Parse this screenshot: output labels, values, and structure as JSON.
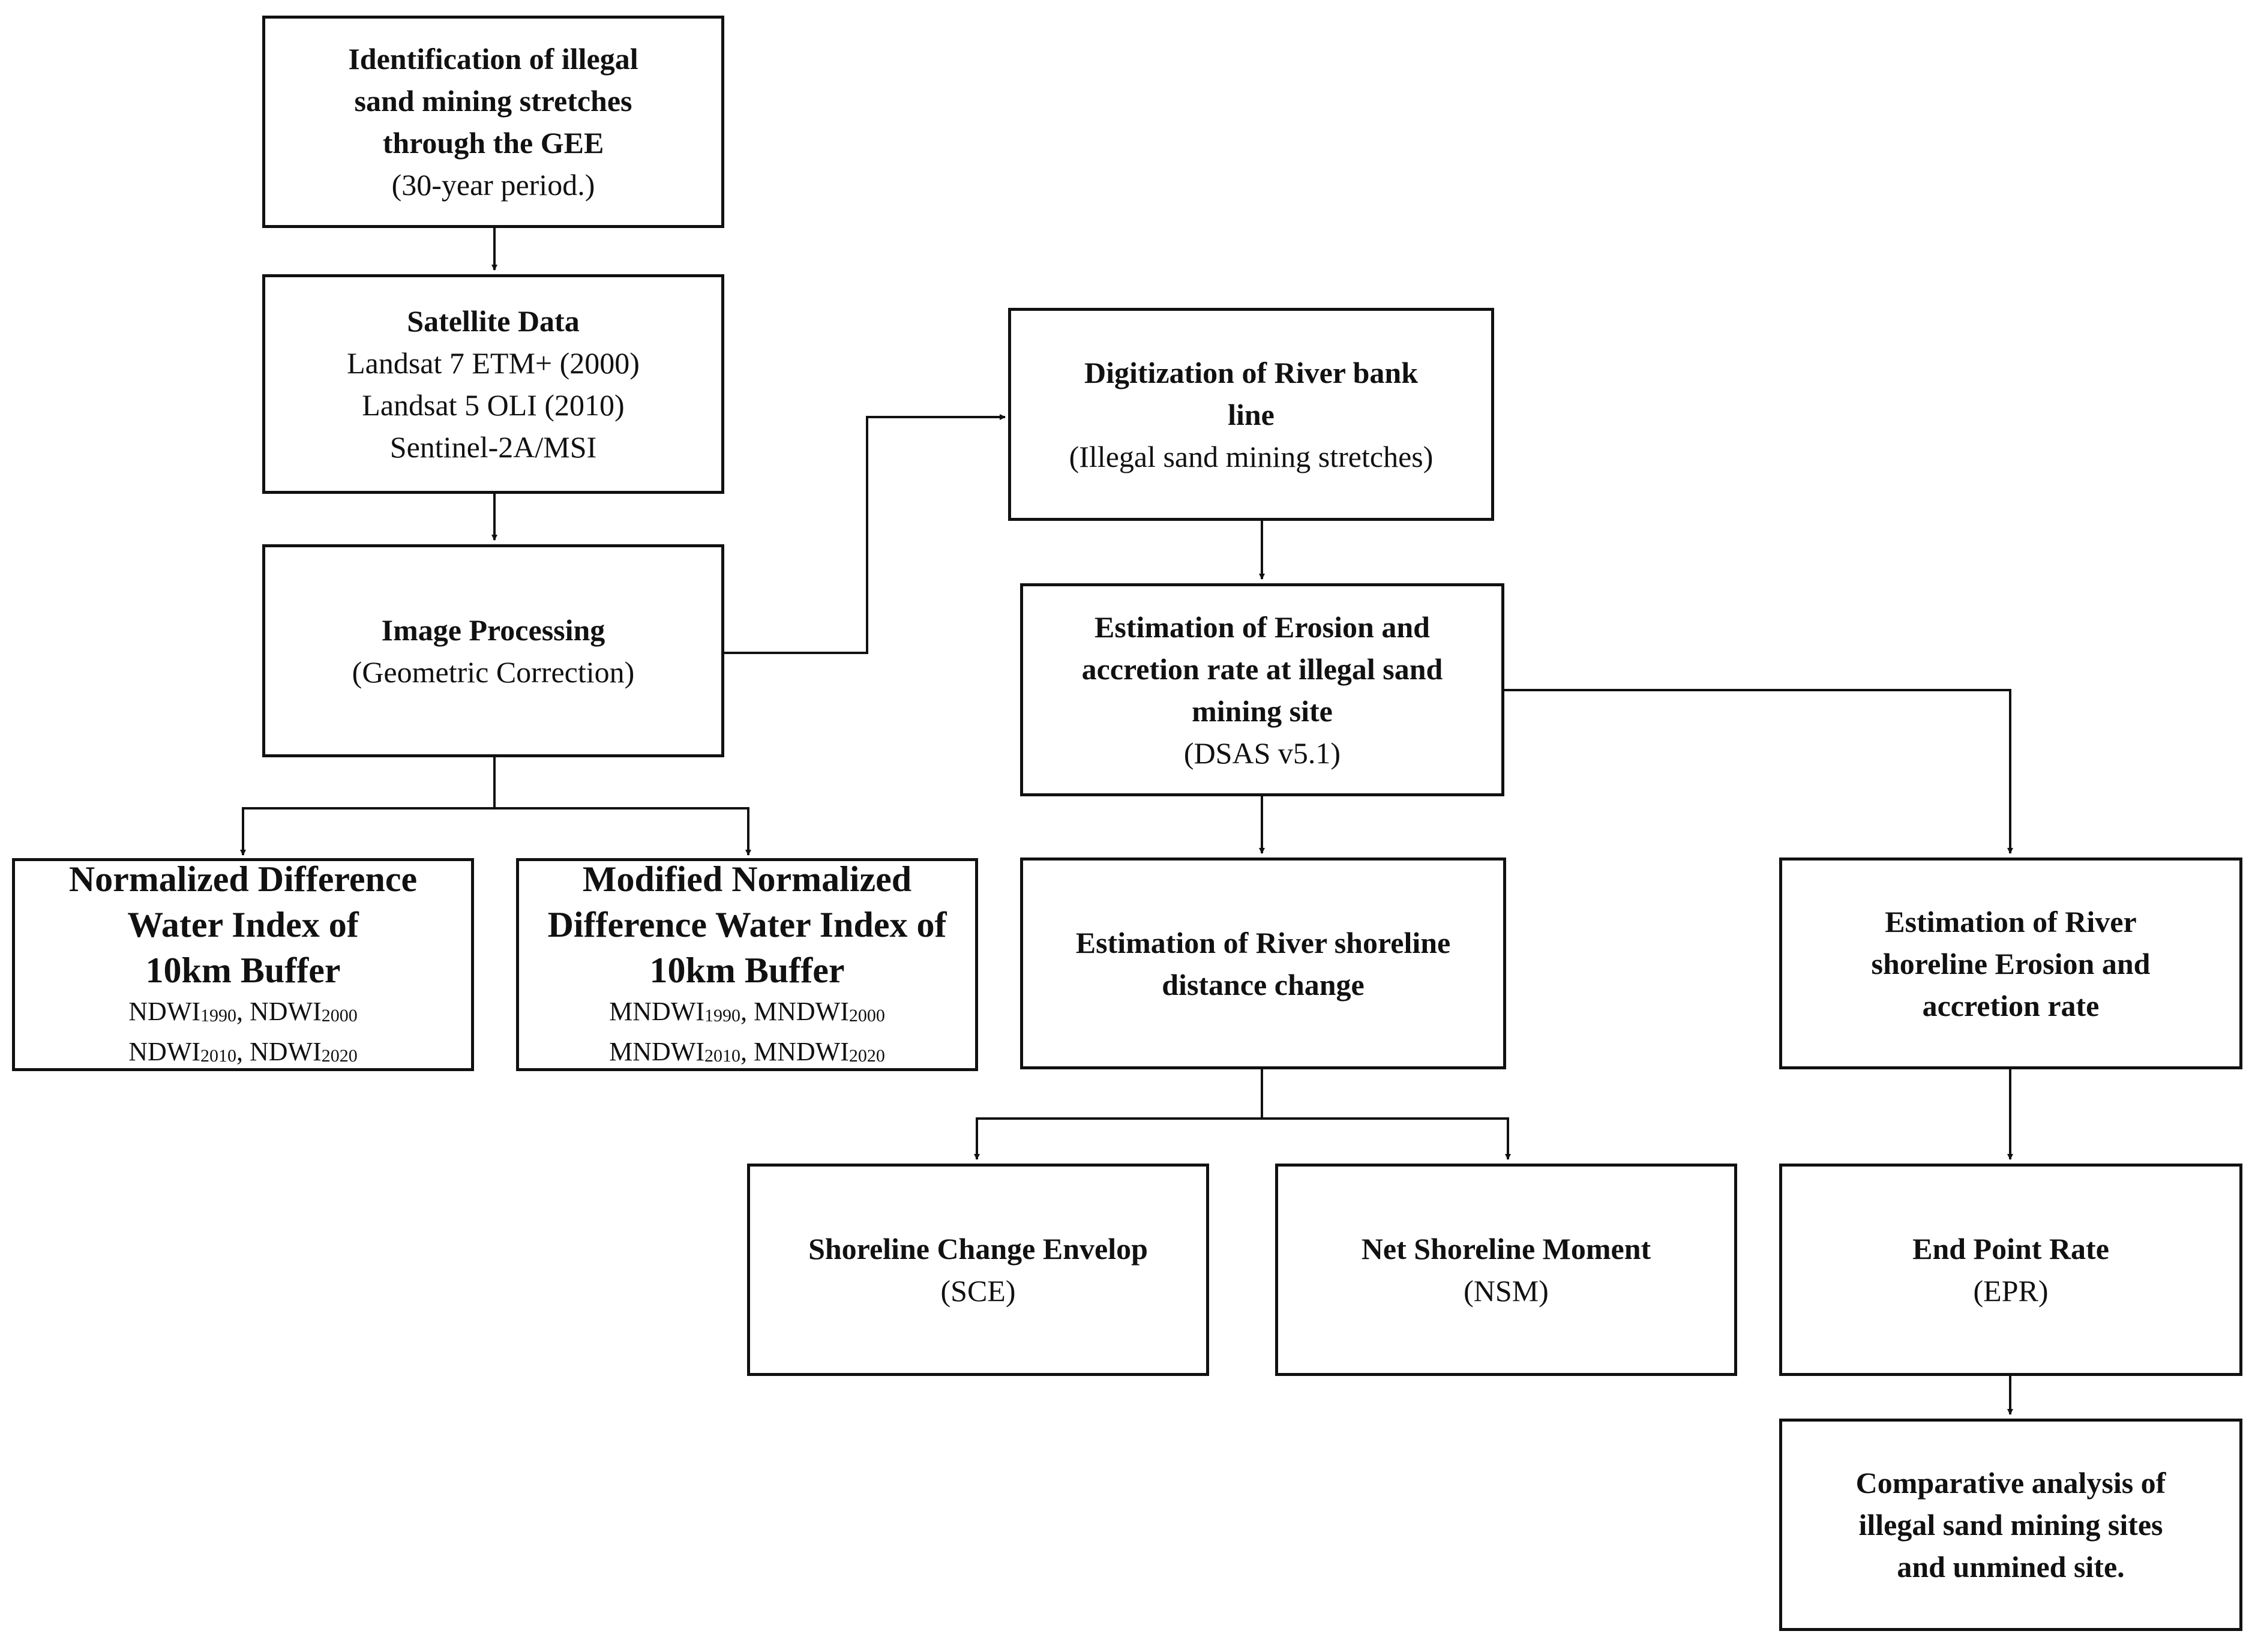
{
  "boxes": {
    "gee": {
      "l1": "Identification of illegal",
      "l2": "sand mining stretches",
      "l3": "through the GEE",
      "l4": "(30-year period.)"
    },
    "satellite": {
      "title": "Satellite Data",
      "l1": "Landsat 7 ETM+ (2000)",
      "l2": "Landsat 5 OLI (2010)",
      "l3": "Sentinel-2A/MSI"
    },
    "image_processing": {
      "title": "Image Processing",
      "sub": "(Geometric Correction)"
    },
    "ndwi": {
      "l1": "Normalized Difference",
      "l2": "Water Index of",
      "l3": "10km Buffer",
      "a": "NDWI",
      "a_sub": "1990",
      "b": ", NDWI",
      "b_sub": "2000",
      "c": "NDWI",
      "c_sub": "2010",
      "d": ", NDWI",
      "d_sub": "2020"
    },
    "mndwi": {
      "l1": "Modified Normalized",
      "l2": "Difference Water Index of",
      "l3": "10km Buffer",
      "a": "MNDWI",
      "a_sub": "1990",
      "b": ", MNDWI",
      "b_sub": "2000",
      "c": "MNDWI",
      "c_sub": "2010",
      "d": ", MNDWI",
      "d_sub": "2020"
    },
    "digitization": {
      "l1": "Digitization of River bank",
      "l2": "line",
      "sub": "(Illegal sand mining stretches)"
    },
    "erosion_estimation": {
      "l1": "Estimation of Erosion and",
      "l2": "accretion rate at illegal sand",
      "l3": "mining site",
      "sub": "(DSAS v5.1)"
    },
    "distance_change": {
      "l1": "Estimation of River shoreline",
      "l2": "distance change"
    },
    "shoreline_rate": {
      "l1": "Estimation of River",
      "l2": "shoreline Erosion and",
      "l3": "accretion rate"
    },
    "sce": {
      "title": "Shoreline Change Envelop",
      "sub": "(SCE)"
    },
    "nsm": {
      "title": "Net Shoreline Moment",
      "sub": "(NSM)"
    },
    "epr": {
      "title": "End Point Rate",
      "sub": "(EPR)"
    },
    "comparative": {
      "l1": "Comparative  analysis of",
      "l2": "illegal sand mining sites",
      "l3": "and unmined site."
    }
  }
}
